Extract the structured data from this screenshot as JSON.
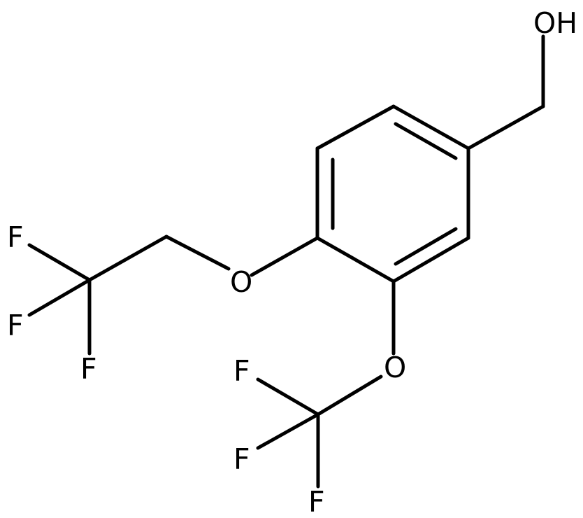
{
  "molecule": {
    "atoms": {
      "hydroxyl": "OH",
      "ether_oxygen_left": "O",
      "ether_oxygen_bottom": "O",
      "fluorine_left_top": "F",
      "fluorine_left_middle": "F",
      "fluorine_left_bottom": "F",
      "fluorine_bottom_top": "F",
      "fluorine_bottom_middle": "F",
      "fluorine_bottom_bottom": "F"
    },
    "colors": {
      "bond": "#000000",
      "label": "#000000",
      "background": "#ffffff"
    }
  }
}
